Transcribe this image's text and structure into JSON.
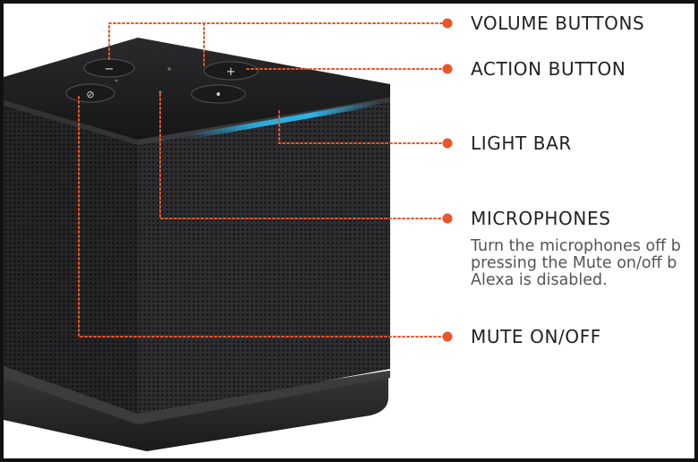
{
  "callouts": [
    {
      "id": "volume",
      "label": "VOLUME BUTTONS"
    },
    {
      "id": "action",
      "label": "ACTION BUTTON"
    },
    {
      "id": "lightbar",
      "label": "LIGHT BAR"
    },
    {
      "id": "microphones",
      "label": "MICROPHONES",
      "description_lines": [
        "Turn the microphones off b",
        "pressing the Mute on/off b",
        "Alexa is disabled."
      ]
    },
    {
      "id": "mute",
      "label": "MUTE ON/OFF"
    }
  ],
  "buttons": {
    "volume_down_symbol": "−",
    "volume_up_symbol": "+",
    "action_symbol": "•",
    "mute_symbol": "⊘"
  },
  "colors": {
    "callout_accent": "#e8562a",
    "light_bar": "#2bb5e8",
    "device_body": "#2b2b2d",
    "device_top": "#1e1e20",
    "frame": "#111111"
  }
}
